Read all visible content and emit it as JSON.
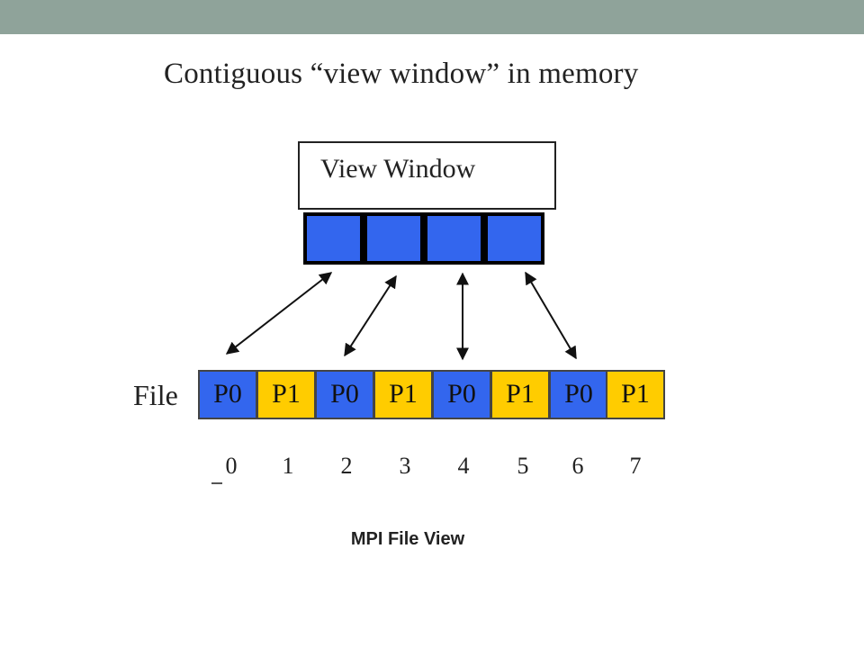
{
  "title": "Contiguous “view window” in memory",
  "view_window": {
    "label": "View Window",
    "cell_count": 4,
    "color": "#3366ee"
  },
  "file": {
    "label": "File",
    "cells": [
      "P0",
      "P1",
      "P0",
      "P1",
      "P0",
      "P1",
      "P0",
      "P1"
    ],
    "indices": [
      "0",
      "1",
      "2",
      "3",
      "4",
      "5",
      "6",
      "7"
    ],
    "colors": {
      "P0": "#3366ee",
      "P1": "#ffcc00"
    }
  },
  "caption": "MPI File View"
}
